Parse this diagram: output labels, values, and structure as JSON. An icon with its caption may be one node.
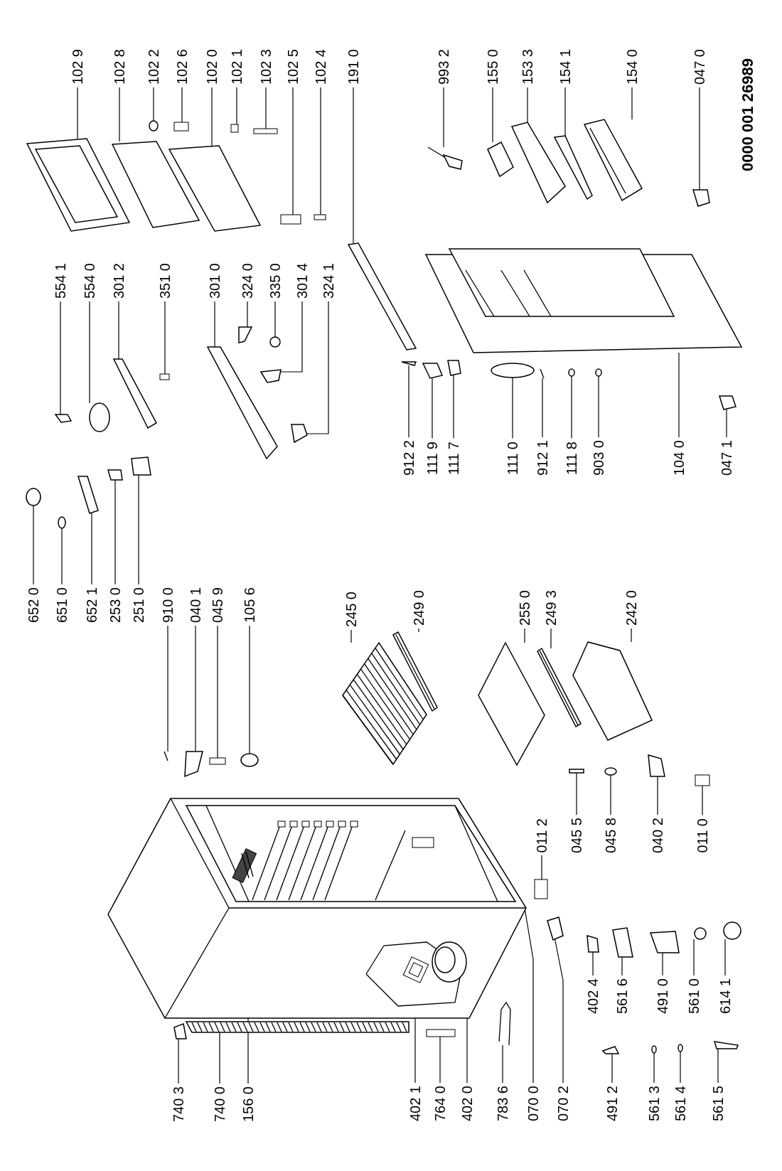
{
  "diagram": {
    "nodes": [
      {
        "text": [
          "102 9"
        ]
      },
      {
        "text": [
          "102 8"
        ]
      },
      {
        "text": [
          "102 2"
        ]
      },
      {
        "text": [
          "102 6"
        ]
      },
      {
        "text": [
          "102 0"
        ]
      },
      {
        "text": [
          "102 1"
        ]
      },
      {
        "text": [
          "102 3"
        ]
      },
      {
        "text": [
          "102 5"
        ]
      },
      {
        "text": [
          "102 4"
        ]
      },
      {
        "text": [
          "191 0"
        ]
      },
      {
        "text": [
          "993 2"
        ]
      },
      {
        "text": [
          "155 0"
        ]
      },
      {
        "text": [
          "153 3"
        ]
      },
      {
        "text": [
          "154 1"
        ]
      },
      {
        "text": [
          "154 0"
        ]
      },
      {
        "text": [
          "047 0"
        ]
      },
      {
        "text": [
          "554 1"
        ]
      },
      {
        "text": [
          "554 0"
        ]
      },
      {
        "text": [
          "301 2"
        ]
      },
      {
        "text": [
          "351 0"
        ]
      },
      {
        "text": [
          "301 0"
        ]
      },
      {
        "text": [
          "324 0"
        ]
      },
      {
        "text": [
          "335 0"
        ]
      },
      {
        "text": [
          "301 4"
        ]
      },
      {
        "text": [
          "324 1"
        ]
      },
      {
        "text": [
          "912 2"
        ]
      },
      {
        "text": [
          "111 9"
        ]
      },
      {
        "text": [
          "111 7"
        ]
      },
      {
        "text": [
          "111 0"
        ]
      },
      {
        "text": [
          "912 1"
        ]
      },
      {
        "text": [
          "111 8"
        ]
      },
      {
        "text": [
          "903 0"
        ]
      },
      {
        "text": [
          "104 0"
        ]
      },
      {
        "text": [
          "047 1"
        ]
      },
      {
        "text": [
          "652 0"
        ]
      },
      {
        "text": [
          "651 0"
        ]
      },
      {
        "text": [
          "652 1"
        ]
      },
      {
        "text": [
          "253 0"
        ]
      },
      {
        "text": [
          "251 0"
        ]
      },
      {
        "text": [
          "910 0"
        ]
      },
      {
        "text": [
          "040 1"
        ]
      },
      {
        "text": [
          "045 9"
        ]
      },
      {
        "text": [
          "105 6"
        ]
      },
      {
        "text": [
          "245 0"
        ]
      },
      {
        "text": [
          "249 0"
        ]
      },
      {
        "text": [
          "255 0"
        ]
      },
      {
        "text": [
          "249 3"
        ]
      },
      {
        "text": [
          "242 0"
        ]
      },
      {
        "text": [
          "011 2"
        ]
      },
      {
        "text": [
          "045 5"
        ]
      },
      {
        "text": [
          "045 8"
        ]
      },
      {
        "text": [
          "040 2"
        ]
      },
      {
        "text": [
          "011 0"
        ]
      },
      {
        "text": [
          "402 4"
        ]
      },
      {
        "text": [
          "561 6"
        ]
      },
      {
        "text": [
          "491 0"
        ]
      },
      {
        "text": [
          "561 0"
        ]
      },
      {
        "text": [
          "614 1"
        ]
      },
      {
        "text": [
          "740 3"
        ]
      },
      {
        "text": [
          "740 0"
        ]
      },
      {
        "text": [
          "156 0"
        ]
      },
      {
        "text": [
          "402 1"
        ]
      },
      {
        "text": [
          "764 0"
        ]
      },
      {
        "text": [
          "402 0"
        ]
      },
      {
        "text": [
          "783 6"
        ]
      },
      {
        "text": [
          "070 0"
        ]
      },
      {
        "text": [
          "070 2"
        ]
      },
      {
        "text": [
          "491 2"
        ]
      },
      {
        "text": [
          "561 3"
        ]
      },
      {
        "text": [
          "561 4"
        ]
      },
      {
        "text": [
          "561 5"
        ]
      },
      {
        "text": [],
        "shape": "picture"
      },
      {
        "text": [],
        "shape": "picture"
      },
      {
        "text": [],
        "shape": "circle"
      },
      {
        "text": [],
        "shape": "box"
      },
      {
        "text": [],
        "shape": "picture"
      },
      {
        "text": [],
        "shape": "box"
      },
      {
        "text": [],
        "shape": "box"
      },
      {
        "text": [],
        "shape": "box"
      },
      {
        "text": [],
        "shape": "box"
      },
      {
        "text": [],
        "shape": "picture"
      },
      {
        "text": [],
        "shape": "picture"
      },
      {
        "text": [],
        "shape": "picture"
      },
      {
        "text": [],
        "shape": "picture"
      },
      {
        "text": [],
        "shape": "picture"
      },
      {
        "text": [],
        "shape": "picture"
      },
      {
        "text": [],
        "shape": "picture"
      },
      {
        "text": [],
        "shape": "picture"
      },
      {
        "text": [],
        "shape": "circle"
      },
      {
        "text": [],
        "shape": "picture"
      },
      {
        "text": [],
        "shape": "box"
      },
      {
        "text": [],
        "shape": "picture"
      },
      {
        "text": [],
        "shape": "picture"
      },
      {
        "text": [],
        "shape": "circle"
      },
      {
        "text": [],
        "shape": "picture"
      },
      {
        "text": [],
        "shape": "picture"
      },
      {
        "text": [],
        "shape": "picture"
      },
      {
        "text": [],
        "shape": "picture"
      },
      {
        "text": [],
        "shape": "picture"
      },
      {
        "text": [],
        "shape": "circle"
      },
      {
        "text": [],
        "shape": "picture"
      },
      {
        "text": [],
        "shape": "circle"
      },
      {
        "text": [],
        "shape": "circle"
      },
      {
        "text": [],
        "shape": "picture"
      },
      {
        "text": [],
        "shape": "picture"
      },
      {
        "text": [],
        "shape": "circle"
      },
      {
        "text": [],
        "shape": "circle"
      },
      {
        "text": [],
        "shape": "picture"
      },
      {
        "text": [],
        "shape": "picture"
      },
      {
        "text": [],
        "shape": "picture"
      },
      {
        "text": [],
        "shape": "picture"
      },
      {
        "text": [],
        "shape": "picture"
      },
      {
        "text": [],
        "shape": "box"
      },
      {
        "text": [],
        "shape": "circle"
      },
      {
        "text": [],
        "shape": "picture"
      },
      {
        "text": [],
        "shape": "picture"
      },
      {
        "text": [],
        "shape": "picture"
      },
      {
        "text": [],
        "shape": "picture"
      },
      {
        "text": [],
        "shape": "picture"
      },
      {
        "text": [],
        "shape": "box"
      },
      {
        "text": [],
        "shape": "picture"
      },
      {
        "text": [],
        "shape": "circle"
      },
      {
        "text": [],
        "shape": "picture"
      },
      {
        "text": [],
        "shape": "box"
      },
      {
        "text": [],
        "shape": "picture"
      },
      {
        "text": [],
        "shape": "picture"
      },
      {
        "text": [],
        "shape": "picture"
      },
      {
        "text": [],
        "shape": "circle"
      },
      {
        "text": [],
        "shape": "circle"
      },
      {
        "text": [],
        "shape": "picture"
      },
      {
        "text": [],
        "shape": "picture"
      },
      {
        "text": [],
        "shape": "picture",
        "in": 136
      },
      {
        "text": [],
        "shape": "picture",
        "in": 134
      },
      {
        "text": [],
        "shape": "box"
      },
      {
        "text": [],
        "shape": "picture",
        "in": 136
      },
      {
        "text": [],
        "shape": "picture"
      },
      {
        "text": [],
        "shape": "picture"
      },
      {
        "text": [],
        "shape": "picture"
      },
      {
        "text": [],
        "shape": "picture"
      },
      {
        "text": [],
        "shape": "circle"
      },
      {
        "text": [],
        "shape": "circle"
      },
      {
        "text": [],
        "shape": "picture"
      }
    ],
    "edges": [
      {
        "from": 0,
        "to": 71,
        "arrow": "none"
      },
      {
        "from": 1,
        "to": 72,
        "arrow": "none"
      },
      {
        "from": 2,
        "to": 73,
        "arrow": "none"
      },
      {
        "from": 3,
        "to": 74,
        "arrow": "none"
      },
      {
        "from": 4,
        "to": 75,
        "arrow": "none"
      },
      {
        "from": 5,
        "to": 76,
        "arrow": "none"
      },
      {
        "from": 6,
        "to": 77,
        "arrow": "none"
      },
      {
        "from": 7,
        "to": 78,
        "arrow": "none"
      },
      {
        "from": 8,
        "to": 79,
        "arrow": "none"
      },
      {
        "from": 9,
        "to": 80,
        "arrow": "none"
      },
      {
        "from": 10,
        "to": 81,
        "arrow": "none"
      },
      {
        "from": 11,
        "to": 82,
        "arrow": "none"
      },
      {
        "from": 12,
        "to": 83,
        "arrow": "none"
      },
      {
        "from": 13,
        "to": 84,
        "arrow": "none"
      },
      {
        "from": 14,
        "to": 85,
        "arrow": "none"
      },
      {
        "from": 15,
        "to": 86,
        "arrow": "none"
      },
      {
        "from": 16,
        "to": 87,
        "arrow": "none"
      },
      {
        "from": 17,
        "to": 88,
        "arrow": "none"
      },
      {
        "from": 18,
        "to": 89,
        "arrow": "none"
      },
      {
        "from": 19,
        "to": 90,
        "arrow": "none"
      },
      {
        "from": 20,
        "to": 91,
        "arrow": "none"
      },
      {
        "from": 21,
        "to": 92,
        "arrow": "none"
      },
      {
        "from": 22,
        "to": 93,
        "arrow": "none"
      },
      {
        "from": 23,
        "to": 94,
        "arrow": "none"
      },
      {
        "from": 24,
        "to": 95,
        "arrow": "none"
      },
      {
        "from": 25,
        "to": 96,
        "arrow": "none"
      },
      {
        "from": 26,
        "to": 97,
        "arrow": "none"
      },
      {
        "from": 27,
        "to": 98,
        "arrow": "none"
      },
      {
        "from": 28,
        "to": 99,
        "arrow": "none"
      },
      {
        "from": 29,
        "to": 100,
        "arrow": "none"
      },
      {
        "from": 30,
        "to": 101,
        "arrow": "none"
      },
      {
        "from": 31,
        "to": 102,
        "arrow": "none"
      },
      {
        "from": 32,
        "to": 103,
        "arrow": "none"
      },
      {
        "from": 33,
        "to": 104,
        "arrow": "none"
      },
      {
        "from": 34,
        "to": 105,
        "arrow": "none"
      },
      {
        "from": 35,
        "to": 106,
        "arrow": "none"
      },
      {
        "from": 36,
        "to": 107,
        "arrow": "none"
      },
      {
        "from": 37,
        "to": 108,
        "arrow": "none"
      },
      {
        "from": 38,
        "to": 109,
        "arrow": "none"
      },
      {
        "from": 39,
        "to": 110,
        "arrow": "none"
      },
      {
        "from": 40,
        "to": 111,
        "arrow": "none"
      },
      {
        "from": 41,
        "to": 112,
        "arrow": "none"
      },
      {
        "from": 42,
        "to": 113,
        "arrow": "none"
      },
      {
        "from": 43,
        "to": 114,
        "arrow": "none"
      },
      {
        "from": 44,
        "to": 115,
        "arrow": "none"
      },
      {
        "from": 45,
        "to": 116,
        "arrow": "none"
      },
      {
        "from": 46,
        "to": 117,
        "arrow": "none"
      },
      {
        "from": 47,
        "to": 118,
        "arrow": "none"
      },
      {
        "from": 48,
        "to": 119,
        "arrow": "none"
      },
      {
        "from": 49,
        "to": 120,
        "arrow": "none"
      },
      {
        "from": 50,
        "to": 121,
        "arrow": "none"
      },
      {
        "from": 51,
        "to": 122,
        "arrow": "none"
      },
      {
        "from": 52,
        "to": 123,
        "arrow": "none"
      },
      {
        "from": 53,
        "to": 124,
        "arrow": "none"
      },
      {
        "from": 54,
        "to": 125,
        "arrow": "none"
      },
      {
        "from": 55,
        "to": 126,
        "arrow": "none"
      },
      {
        "from": 56,
        "to": 127,
        "arrow": "none"
      },
      {
        "from": 57,
        "to": 128,
        "arrow": "none"
      },
      {
        "from": 58,
        "to": 129,
        "arrow": "none"
      },
      {
        "from": 59,
        "to": 130,
        "arrow": "none"
      },
      {
        "from": 60,
        "to": 131,
        "arrow": "none"
      },
      {
        "from": 61,
        "to": 132,
        "arrow": "none"
      },
      {
        "from": 62,
        "to": 133,
        "arrow": "none"
      },
      {
        "from": 63,
        "to": 134,
        "arrow": "none"
      },
      {
        "from": 64,
        "to": 135,
        "arrow": "none"
      },
      {
        "from": 65,
        "to": 136,
        "arrow": "none"
      },
      {
        "from": 66,
        "to": 137,
        "arrow": "none"
      },
      {
        "from": 67,
        "to": 138,
        "arrow": "none"
      },
      {
        "from": 68,
        "to": 139,
        "arrow": "none"
      },
      {
        "from": 69,
        "to": 140,
        "arrow": "none"
      },
      {
        "from": 70,
        "to": 141,
        "arrow": "none"
      }
    ],
    "labels": [
      "0000 001 26989"
    ]
  }
}
